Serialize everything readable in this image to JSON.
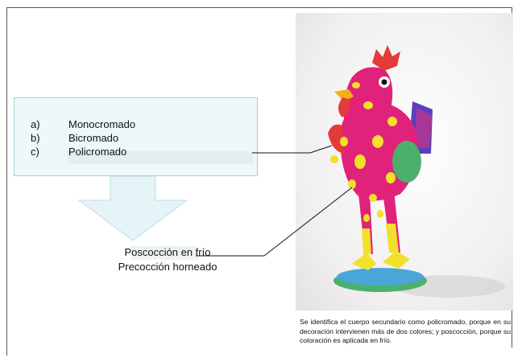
{
  "options": [
    {
      "letter": "a)",
      "label": "Monocromado"
    },
    {
      "letter": "b)",
      "label": "Bicromado"
    },
    {
      "letter": "c)",
      "label": "Policromado"
    }
  ],
  "finish": {
    "selected": "Poscocción en frío",
    "other": "Precocción horneado"
  },
  "caption": "Se identifica el cuerpo secundario como policromado, porque en su decoración intervienen más de dos colores; y poscocción, porque su coloración es aplicada en frío.",
  "colors": {
    "box_fill": "#eef8fb",
    "box_border": "#aacfd9",
    "arrow_fill": "#e6f3f7",
    "rooster_body": "#e0227a",
    "rooster_spots": "#f2e02a",
    "base_blue": "#4aa6d6",
    "base_green": "#4db06a"
  }
}
